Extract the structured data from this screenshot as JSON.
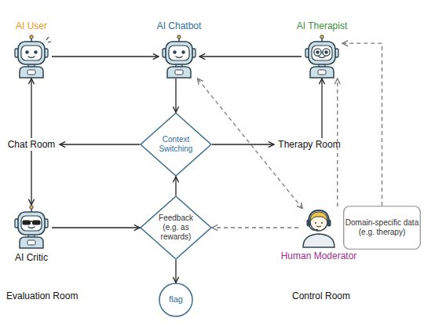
{
  "diagram": {
    "nodes": [
      {
        "text": [
          "AI User"
        ]
      },
      {
        "text": [
          "AI Chatbot"
        ]
      },
      {
        "text": [
          "AI Therapist"
        ]
      },
      {
        "text": [
          "Chat Room"
        ]
      },
      {
        "text": [
          "Context Switching"
        ]
      },
      {
        "text": [
          "Therapy Room"
        ]
      },
      {
        "text": [
          "AI Critic"
        ]
      },
      {
        "text": [
          "Feedback (e.g. as rewards)"
        ]
      },
      {
        "text": [
          "Human Moderator"
        ]
      },
      {
        "text": [
          "Domain-specific data (e.g. therapy)"
        ]
      },
      {
        "text": [
          "flag"
        ]
      }
    ],
    "edges": [
      {
        "from": 0,
        "to": 1,
        "arrow": "to"
      },
      {
        "from": 2,
        "to": 1,
        "arrow": "to"
      },
      {
        "from": 1,
        "to": 4,
        "arrow": "to"
      },
      {
        "from": 4,
        "to": 3,
        "arrow": "to"
      },
      {
        "from": 4,
        "to": 5,
        "arrow": "to"
      },
      {
        "from": 3,
        "to": 0,
        "arrow": "to"
      },
      {
        "from": 3,
        "to": 6,
        "arrow": "to"
      },
      {
        "from": 5,
        "to": 2,
        "arrow": "to"
      },
      {
        "from": 6,
        "to": 7,
        "arrow": "to"
      },
      {
        "from": 7,
        "to": 4,
        "arrow": "to"
      },
      {
        "from": 7,
        "to": 10,
        "arrow": "to"
      },
      {
        "from": 8,
        "to": 1,
        "arrow": "both"
      },
      {
        "from": 8,
        "to": 7,
        "arrow": "to"
      },
      {
        "from": 8,
        "to": 2,
        "arrow": "to"
      },
      {
        "from": 9,
        "to": 2,
        "arrow": "to"
      }
    ],
    "labels": [
      "Evaluation Room",
      "Control Room"
    ]
  }
}
